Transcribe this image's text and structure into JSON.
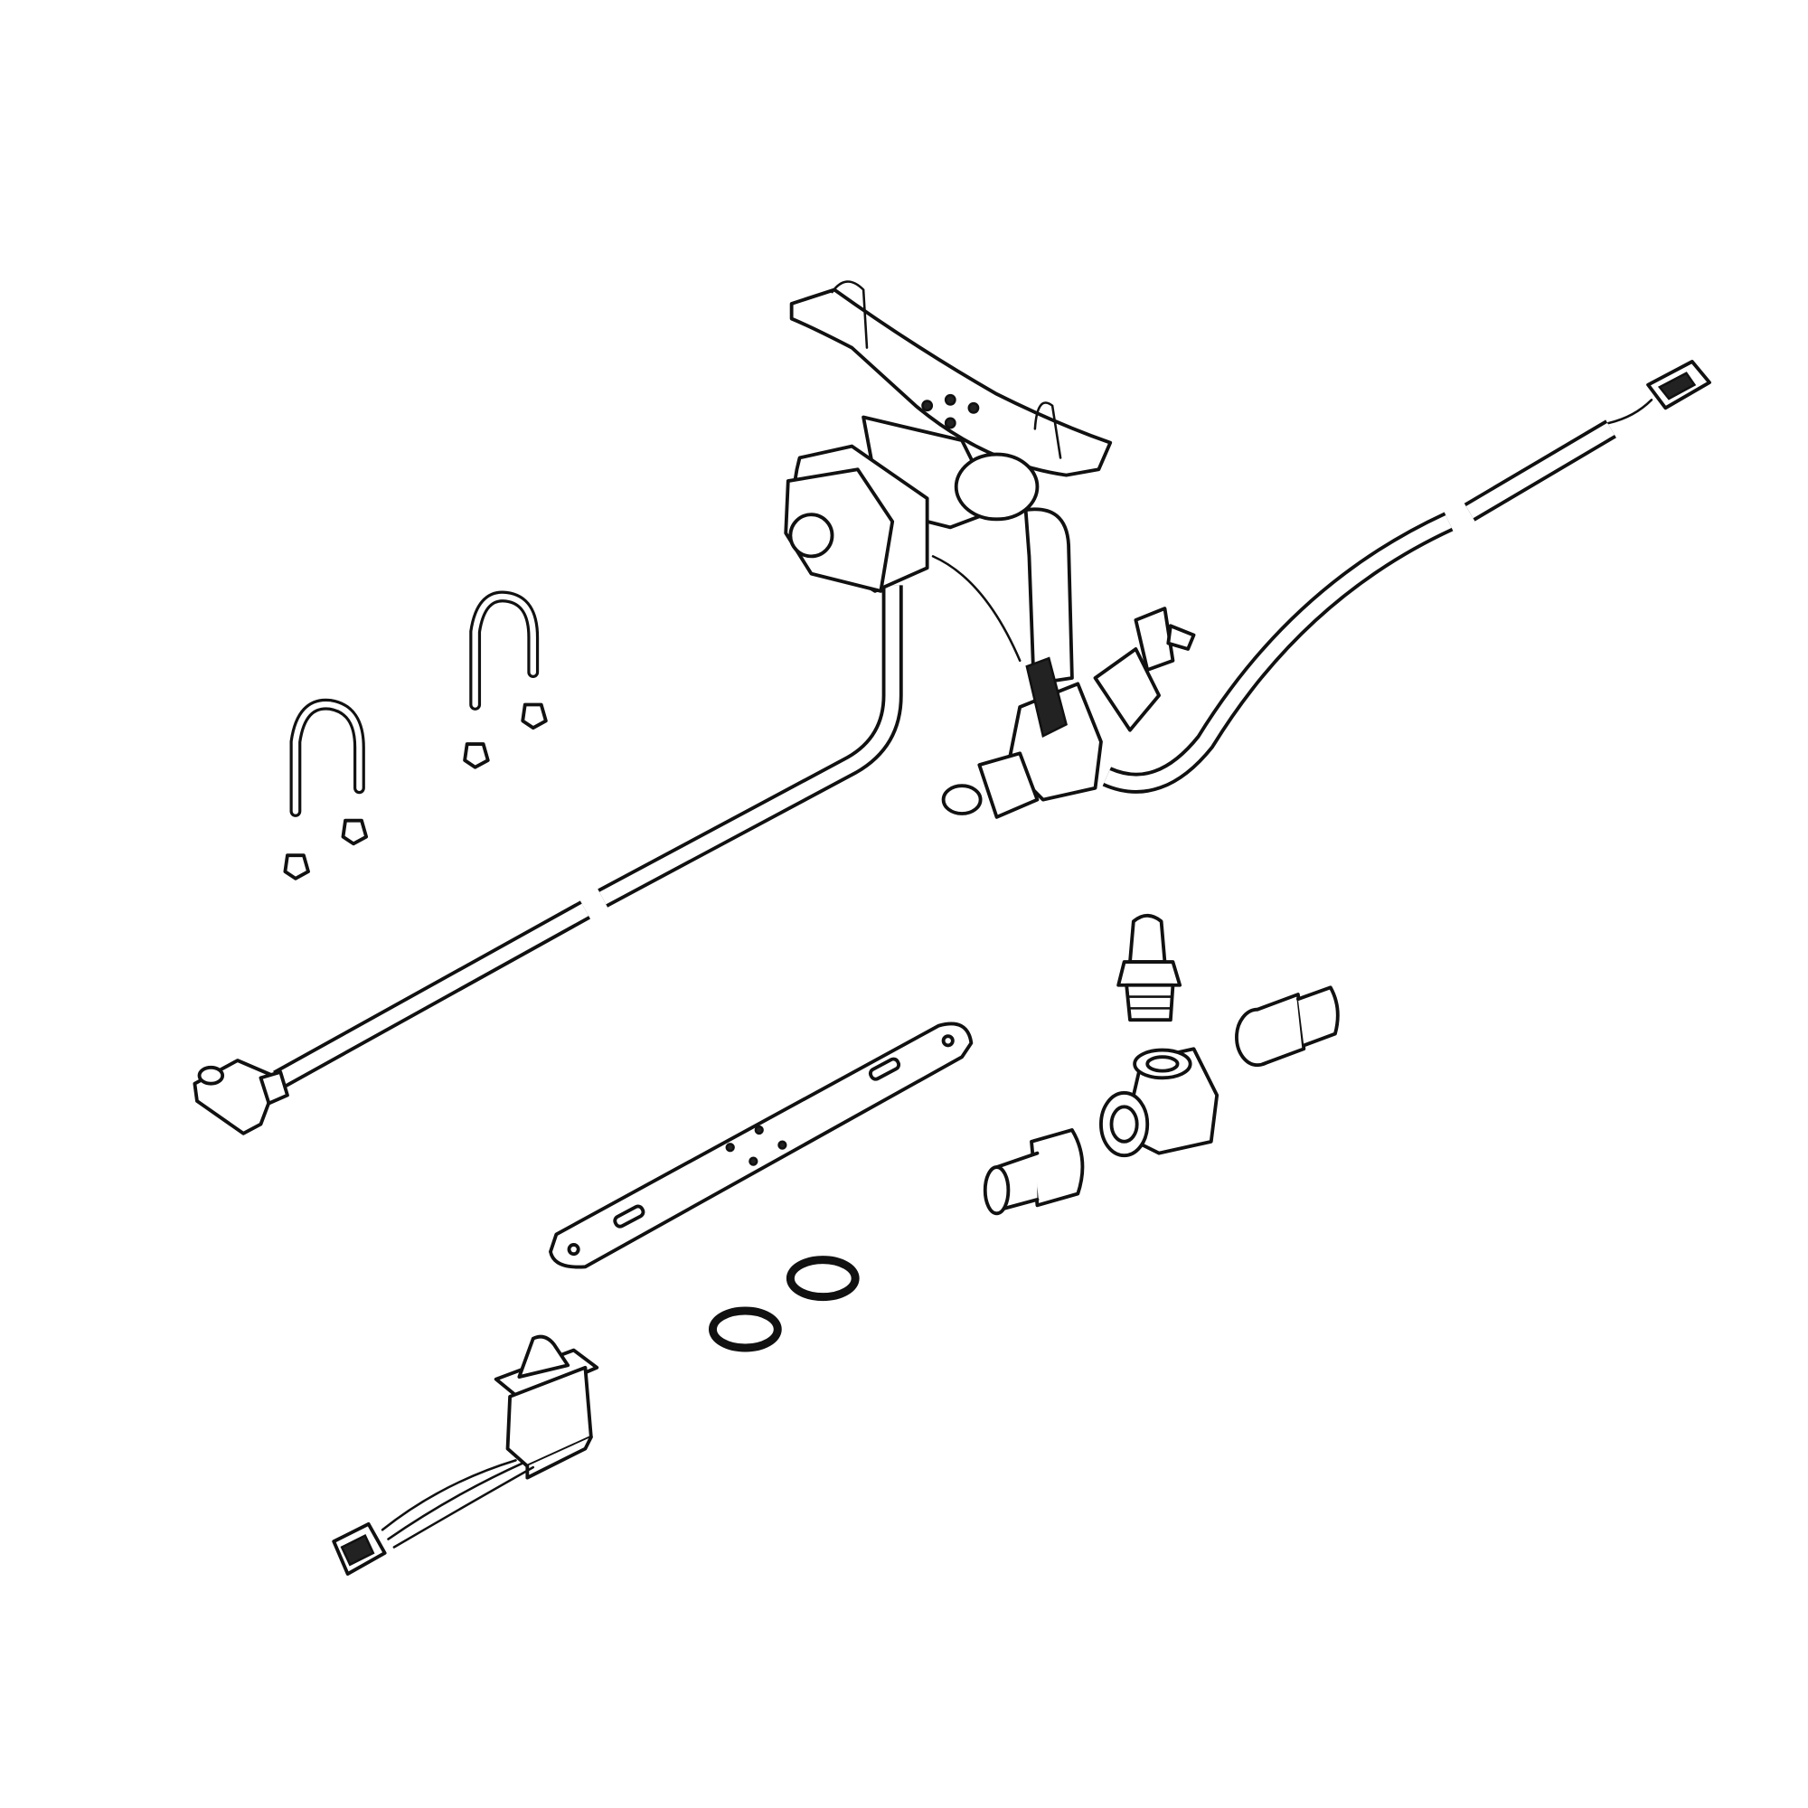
{
  "diagram": {
    "type": "exploded-parts-view",
    "line_color": "#111111",
    "background": "#ffffff",
    "parts": [
      "pump-assembly",
      "suction-hose",
      "power-cable",
      "u-bolt",
      "u-bolt",
      "mounting-strap",
      "hose-barb-fitting",
      "hose-barb-fitting",
      "hose-barb-fitting",
      "tee-fitting",
      "o-ring",
      "o-ring",
      "rocker-switch"
    ]
  }
}
